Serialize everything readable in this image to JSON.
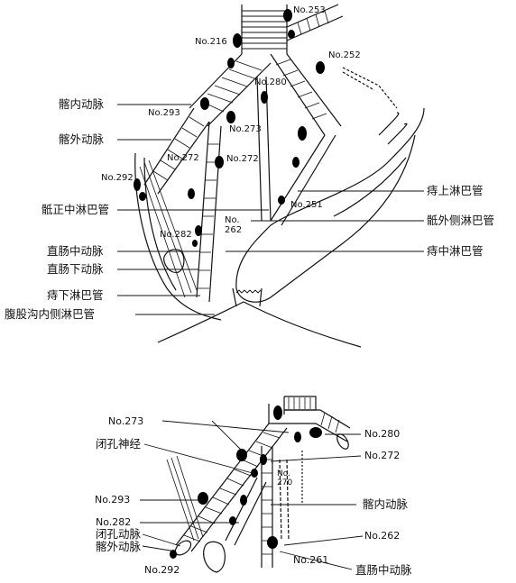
{
  "top": {
    "nodes": {
      "no253": "No.253",
      "no216": "No.216",
      "no252": "No.252",
      "no280": "No.280",
      "no293": "No.293",
      "no273": "No.273",
      "no272a": "No.272",
      "no272b": "No.272",
      "no292": "No.292",
      "no251": "No.251",
      "no282": "No.282",
      "no262a": "No.",
      "no262b": "262"
    },
    "left_labels": {
      "internal_iliac_artery": "髂内动脉",
      "external_iliac_artery": "髂外动脉",
      "median_sacral_lymphatic": "骶正中淋巴管",
      "middle_rectal_artery": "直肠中动脉",
      "inferior_rectal_artery": "直肠下动脉",
      "inferior_hemorrhoidal_lymphatic": "痔下淋巴管",
      "inguinal_medial_lymphatic": "腹股沟内侧淋巴管"
    },
    "right_labels": {
      "superior_hemorrhoidal_lymphatic": "痔上淋巴管",
      "lateral_sacral_lymphatic": "骶外侧淋巴管",
      "middle_hemorrhoidal_lymphatic": "痔中淋巴管"
    }
  },
  "bottom": {
    "left_labels": {
      "no273": "No.273",
      "obturator_nerve": "闭孔神经",
      "no293": "No.293",
      "no282": "No.282",
      "obturator_artery": "闭孔动脉",
      "external_iliac_artery": "髂外动脉",
      "no292": "No.292"
    },
    "right_labels": {
      "no280": "No.280",
      "no272": "No.272",
      "internal_iliac_artery": "髂内动脉",
      "no262": "No.262",
      "no261": "No.261",
      "middle_rectal_artery": "直肠中动脉"
    },
    "inner": {
      "no270a": "No.",
      "no270b": "270"
    }
  }
}
